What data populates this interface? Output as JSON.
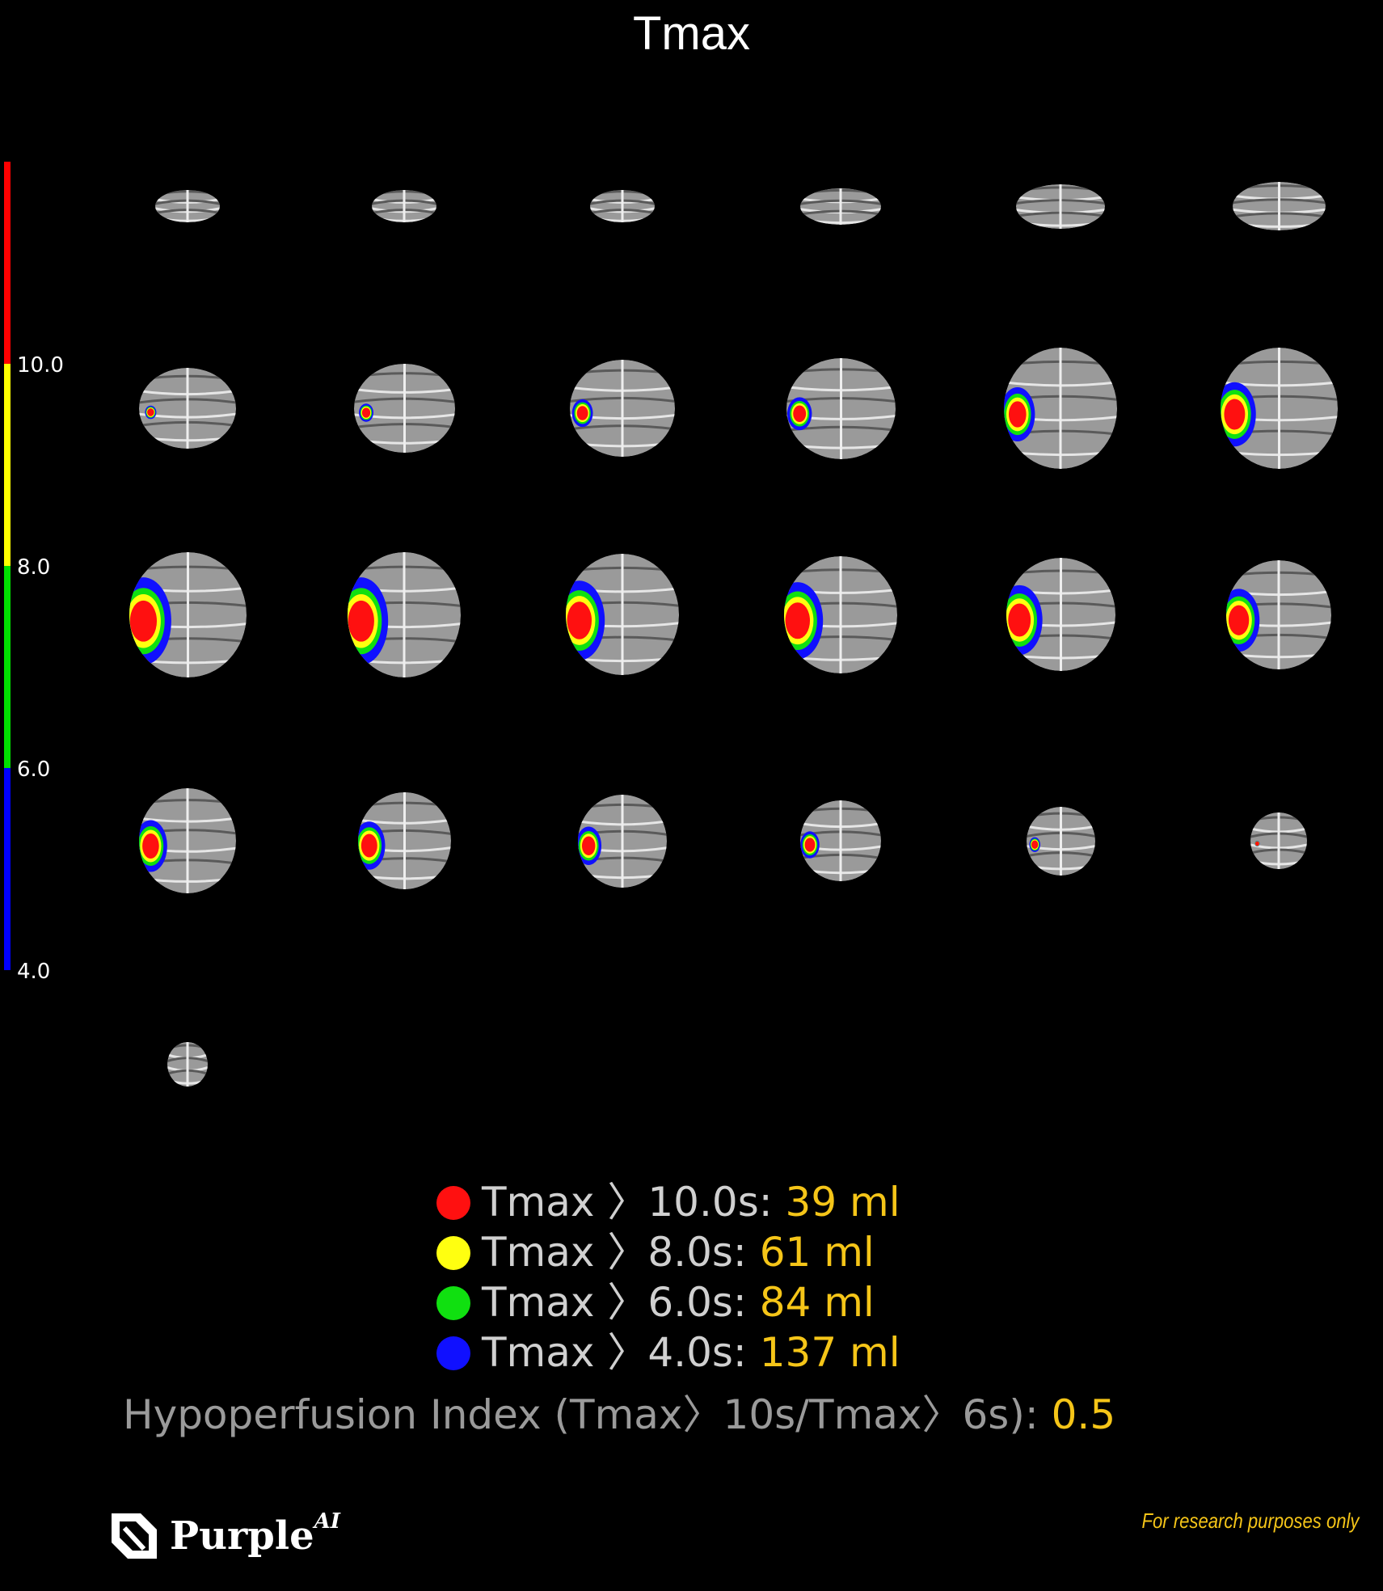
{
  "title": "Tmax",
  "colorbar": {
    "segments": [
      {
        "color": "#ff0000"
      },
      {
        "color": "#ffff00"
      },
      {
        "color": "#00e000"
      },
      {
        "color": "#0000ff"
      }
    ],
    "ticks": [
      "10.0",
      "8.0",
      "6.0",
      "4.0"
    ]
  },
  "legend": [
    {
      "color": "#ff1010",
      "label": "Tmax 〉10.0s:",
      "value": "39 ml"
    },
    {
      "color": "#ffff10",
      "label": "Tmax 〉8.0s:",
      "value": "61 ml"
    },
    {
      "color": "#10e010",
      "label": "Tmax 〉6.0s:",
      "value": "84 ml"
    },
    {
      "color": "#1010ff",
      "label": "Tmax 〉4.0s:",
      "value": "137 ml"
    }
  ],
  "hypoperfusion": {
    "label": "Hypoperfusion Index (Tmax〉10s/Tmax〉6s):",
    "value": "0.5"
  },
  "logo": {
    "name": "Purple",
    "suffix": "AI"
  },
  "disclaimer": "For research purposes only",
  "slices": [
    {
      "lesion": 0.0
    },
    {
      "lesion": 0.0
    },
    {
      "lesion": 0.0
    },
    {
      "lesion": 0.0
    },
    {
      "lesion": 0.0
    },
    {
      "lesion": 0.0
    },
    {
      "lesion": 0.15
    },
    {
      "lesion": 0.2
    },
    {
      "lesion": 0.3
    },
    {
      "lesion": 0.35
    },
    {
      "lesion": 0.5
    },
    {
      "lesion": 0.6
    },
    {
      "lesion": 0.8
    },
    {
      "lesion": 0.8
    },
    {
      "lesion": 0.75
    },
    {
      "lesion": 0.75
    },
    {
      "lesion": 0.7
    },
    {
      "lesion": 0.65
    },
    {
      "lesion": 0.55
    },
    {
      "lesion": 0.55
    },
    {
      "lesion": 0.45
    },
    {
      "lesion": 0.35
    },
    {
      "lesion": 0.2
    },
    {
      "lesion": 0.05
    },
    {
      "lesion": 0.0
    }
  ]
}
